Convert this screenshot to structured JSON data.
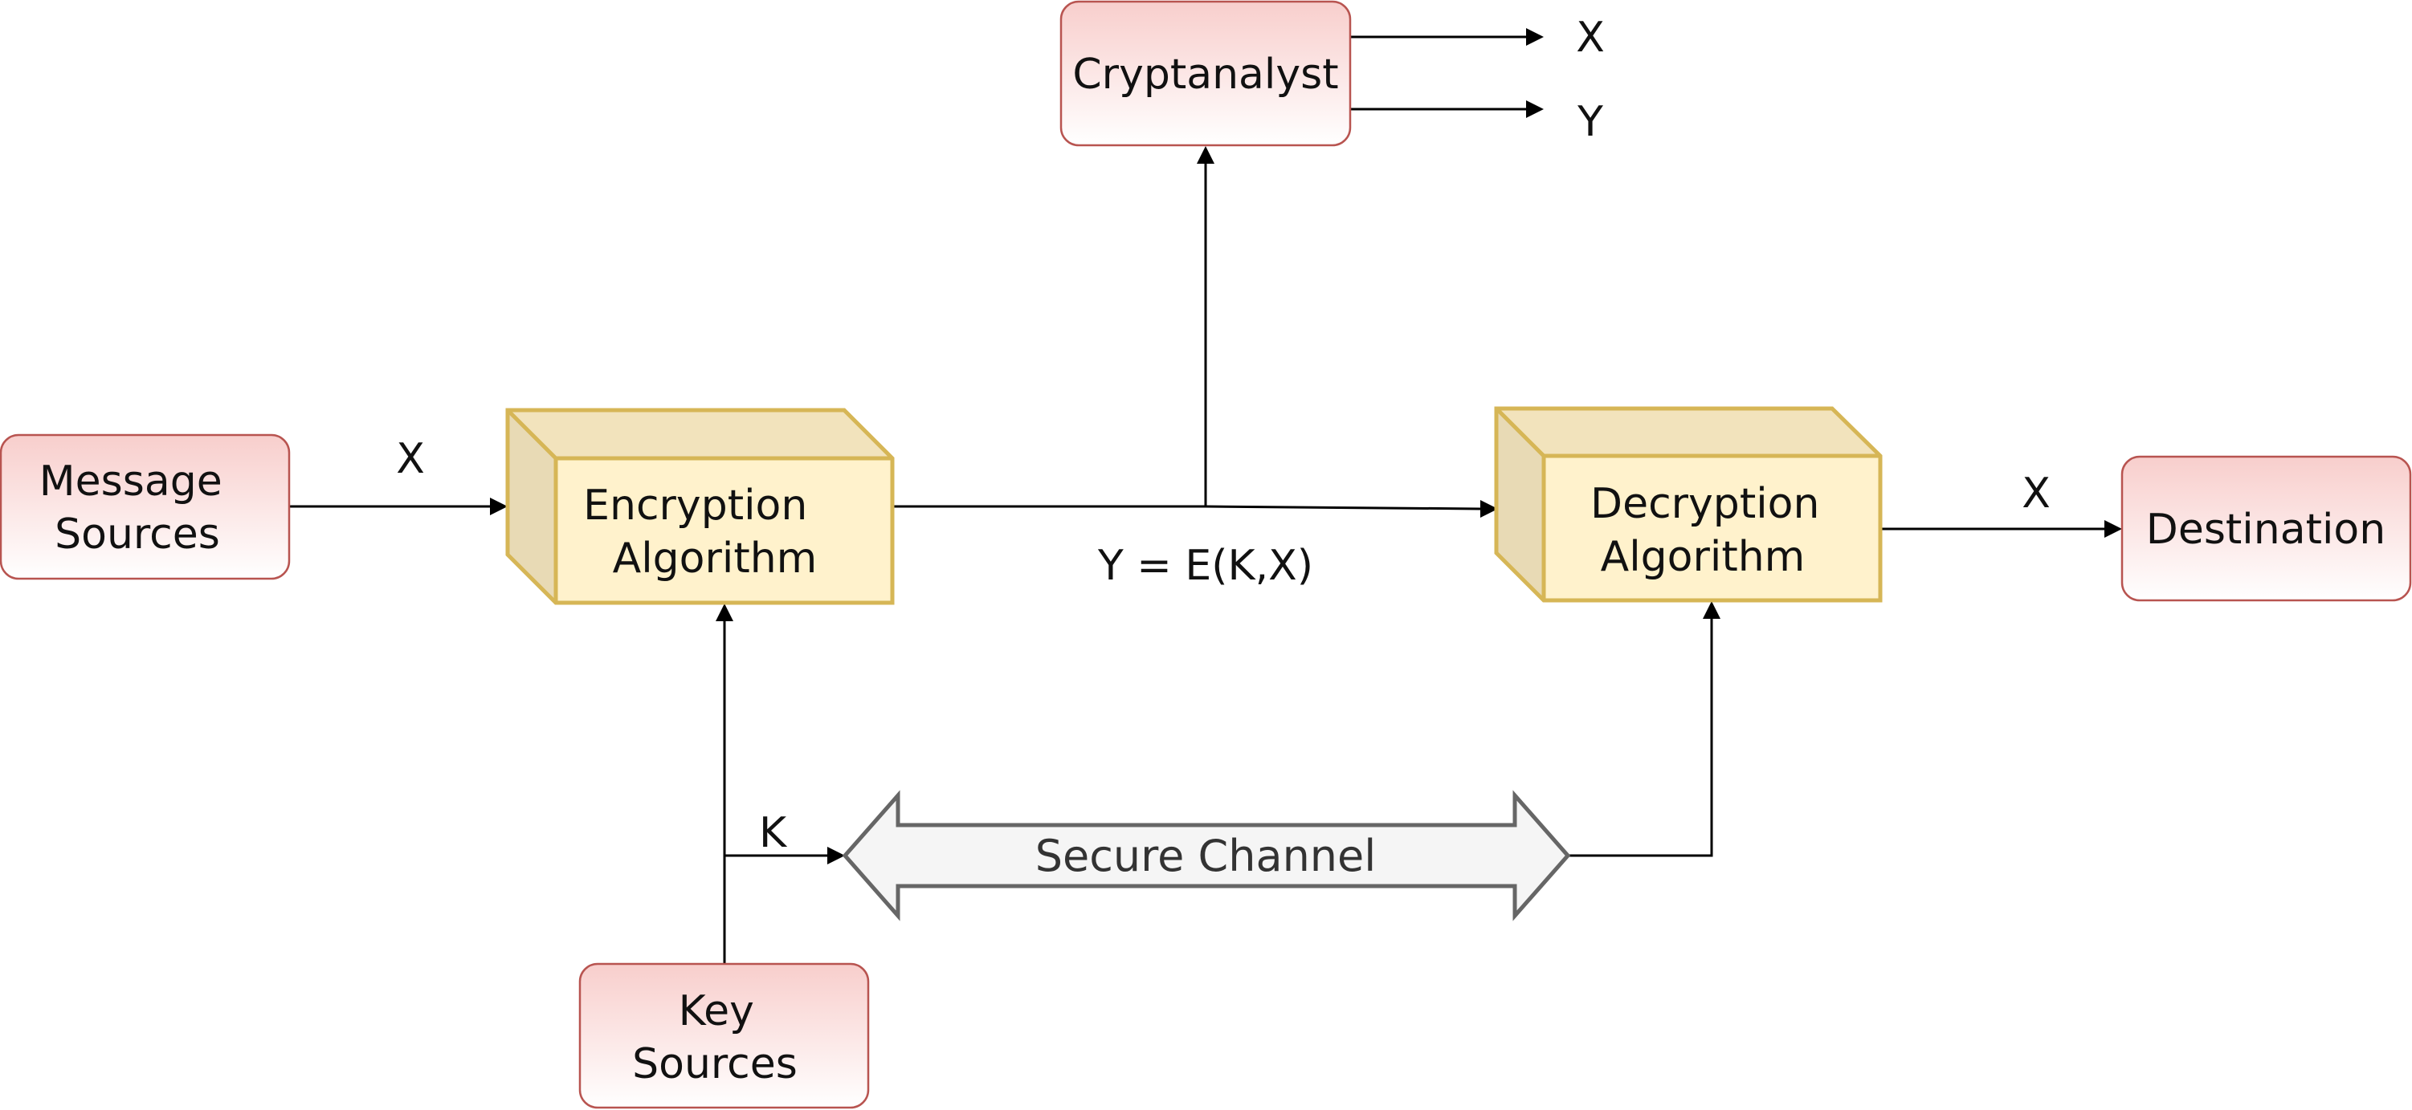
{
  "nodes": {
    "message_sources": {
      "lines": [
        "Message",
        "Sources"
      ]
    },
    "key_sources": {
      "lines": [
        "Key",
        "Sources"
      ]
    },
    "cryptanalyst": {
      "lines": [
        "Cryptanalyst"
      ]
    },
    "destination": {
      "lines": [
        "Destination"
      ]
    },
    "encryption": {
      "lines": [
        "Encryption",
        "Algorithm"
      ]
    },
    "decryption": {
      "lines": [
        "Decryption",
        "Algorithm"
      ]
    },
    "secure_channel": {
      "label": "Secure Channel"
    }
  },
  "edge_labels": {
    "message_to_encryption": "X",
    "ciphertext": "Y = E(K,X)",
    "key": "K",
    "decryption_to_destination": "X",
    "cryptanalyst_out_x": "X",
    "cryptanalyst_out_y": "Y"
  },
  "colors": {
    "terminal_fill_top": "#f8cecc",
    "terminal_fill_bottom": "#ffffff",
    "terminal_stroke": "#b85450",
    "process_front": "#fff2cc",
    "process_top": "#f2e3bc",
    "process_side": "#e8dab5",
    "process_stroke": "#d6b656",
    "channel_fill": "#f5f5f5",
    "channel_stroke": "#666666",
    "edge": "#000000",
    "text": "#111111"
  }
}
